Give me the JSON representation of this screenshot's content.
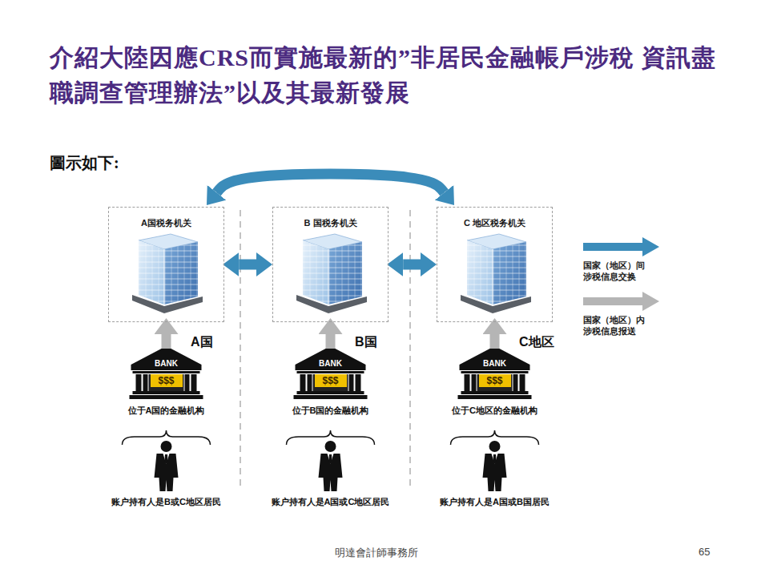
{
  "diagram": {
    "title": "介紹大陸因應CRS而實施最新的”非居民金融帳戶涉稅 資訊盡職調查管理辦法”以及其最新發展",
    "nodes": [
      {
        "text": [
          "A国税务机关"
        ]
      },
      {
        "text": [
          "B 国税务机关"
        ]
      },
      {
        "text": [
          "C 地区税务机关"
        ]
      },
      {
        "text": [
          "BANK",
          "$$$",
          "位于A国的金融机构"
        ]
      },
      {
        "text": [
          "BANK",
          "$$$",
          "位于B国的金融机构"
        ]
      },
      {
        "text": [
          "BANK",
          "$$$",
          "位于C地区的金融机构"
        ]
      }
    ],
    "edges": [
      {
        "from": 0,
        "to": 1,
        "arrow": "both"
      },
      {
        "from": 1,
        "to": 2,
        "arrow": "both"
      },
      {
        "from": 0,
        "to": 2,
        "arrow": "both"
      },
      {
        "from": 3,
        "to": 0,
        "arrow": "to"
      },
      {
        "from": 4,
        "to": 1,
        "arrow": "to"
      },
      {
        "from": 5,
        "to": 2,
        "arrow": "to"
      }
    ],
    "labels": [
      "圖示如下:",
      "A国",
      "B国",
      "C地区",
      "账户持有人是B或C地区居民",
      "账户持有人是A国或C地区居民",
      "账户持有人是A国或B国居民",
      "明達會計師事務所",
      "65"
    ],
    "legend": [
      {
        "text": "国家（地区）间 涉税信息交换"
      },
      {
        "text": "国家（地区）内 涉税信息报送"
      }
    ]
  }
}
